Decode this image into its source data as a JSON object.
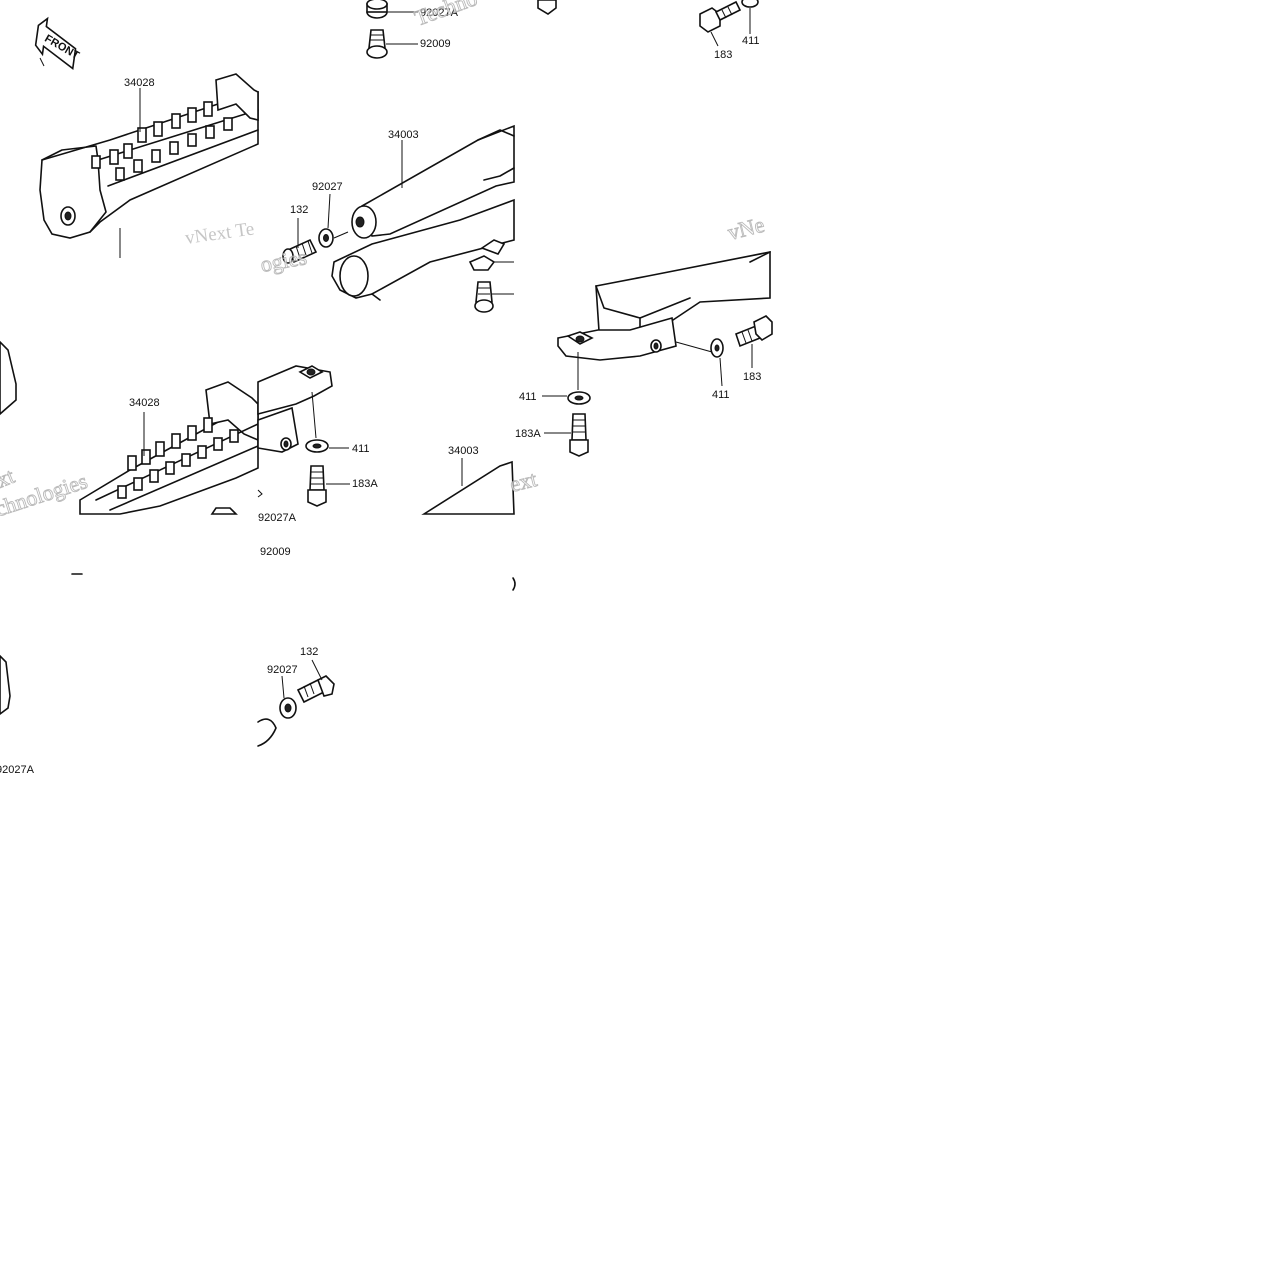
{
  "front_label": "FRONT",
  "callouts": {
    "c_92027A_top": "92027A",
    "c_92009_top": "92009",
    "c_183_tr": "183",
    "c_411_tr": "411",
    "c_34028_a": "34028",
    "c_34003_a": "34003",
    "c_92027_a": "92027",
    "c_132_a": "132",
    "c_411_m": "411",
    "c_183A_m": "183A",
    "c_411_r2": "411",
    "c_183_r2": "183",
    "c_34028_b": "34028",
    "c_411_b": "411",
    "c_183A_b": "183A",
    "c_34003_b": "34003",
    "c_92027A_b": "92027A",
    "c_92009_b": "92009",
    "c_132_c": "132",
    "c_92027_c": "92027",
    "c_92027A_c": "92027A"
  },
  "watermark": {
    "w1": "vNext Te",
    "w2": "Techno",
    "w3": "vNe",
    "w4": "xt",
    "w5": "chnologies",
    "w6": "ext",
    "w7": "ogies"
  }
}
